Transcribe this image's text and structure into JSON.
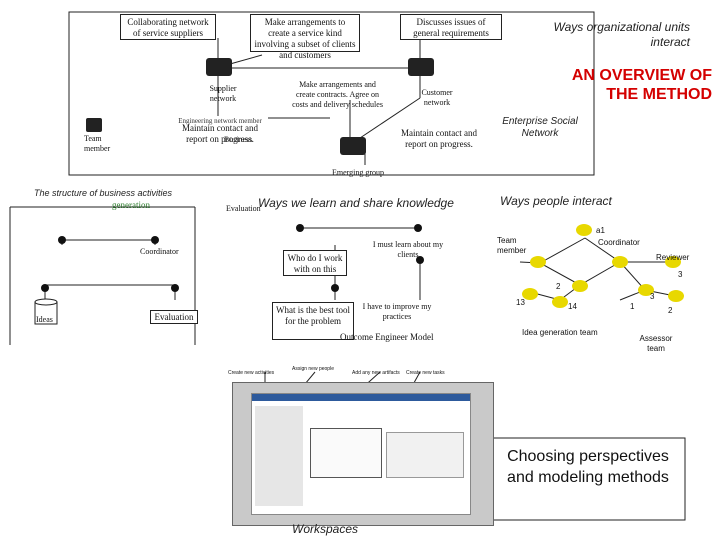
{
  "overview": {
    "title": "AN OVERVIEW OF THE METHOD",
    "ways_units": "Ways organizational units interact"
  },
  "org": {
    "box_collab": "Collaborating network of service suppliers",
    "box_arrange": "Make arrangements to create a service kind involving a subset of clients and customers",
    "box_discuss": "Discusses issues of general requirements",
    "supplier": "Supplier network",
    "make_arr": "Make arrangements and create contracts. Agree on costs and delivery schedules",
    "customer": "Customer network",
    "maintain1": "Maintain contact and report on progress.",
    "maintain1_overlap": "Engineering network member",
    "maintain1_sub": "Business",
    "maintain2": "Maintain contact and report on progress.",
    "team_member": "Team member",
    "enterprise": "Enterprise Social Network",
    "emerging": "Emerging group"
  },
  "business": {
    "title": "The structure of business activities",
    "generation": "generation",
    "coordinator": "Coordinator",
    "ideas": "Ideas",
    "evaluation": "Evaluation"
  },
  "knowledge": {
    "title": "Ways we learn and share knowledge",
    "evaluation_left": "Evaluation",
    "who": "Who do I work with on this",
    "learn": "I must learn about my clients",
    "best_tool": "What is the best tool for the problem",
    "improve": "I have to improve my practices",
    "overlap": "Outcome Engineer Model"
  },
  "people": {
    "title": "Ways people interact",
    "team_member": "Team member",
    "coordinator": "Coordinator",
    "reviewer": "Reviewer",
    "idea_team": "Idea generation team",
    "assessor": "Assessor team",
    "labels": [
      "a1",
      "13",
      "14",
      "1",
      "2",
      "3",
      "2",
      "3"
    ]
  },
  "workspace": {
    "create_activities": "Create new activities",
    "assign_people": "Assign new people",
    "add_artifacts": "Add any new artifacts",
    "create_tasks": "Create new tasks",
    "caption": "Workspaces",
    "choosing": "Choosing perspectives and modeling methods"
  }
}
